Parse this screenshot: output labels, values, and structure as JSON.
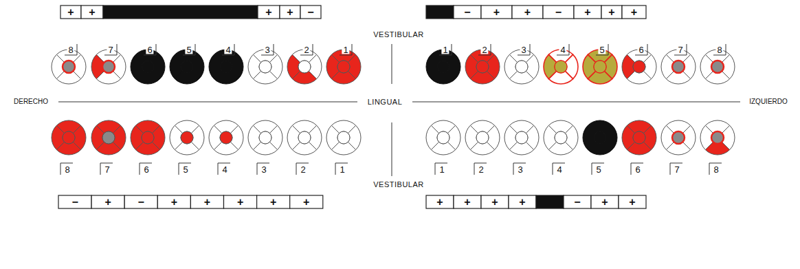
{
  "diagram": {
    "labels": [
      "+",
      "+",
      "+",
      "+",
      "−",
      "−",
      "+",
      "+",
      "−",
      "+",
      "+",
      "+",
      "VESTIBULAR",
      "8",
      "7",
      "6",
      "5",
      "4",
      "3",
      "2",
      "1",
      "1",
      "2",
      "3",
      "4",
      "5",
      "6",
      "7",
      "8",
      "DERECHO",
      "LINGUAL",
      "IZQUIERDO",
      "8",
      "7",
      "6",
      "5",
      "4",
      "3",
      "2",
      "1",
      "1",
      "2",
      "3",
      "4",
      "5",
      "6",
      "7",
      "8",
      "VESTIBULAR",
      "−",
      "+",
      "−",
      "+",
      "+",
      "+",
      "+",
      "+",
      "+",
      "+",
      "+",
      "+",
      "−",
      "+",
      "+"
    ]
  }
}
